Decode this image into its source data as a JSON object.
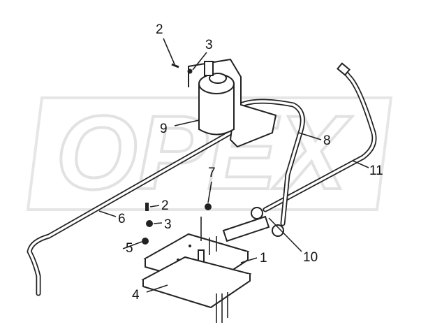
{
  "watermark": "OPEX",
  "callouts": [
    {
      "id": "callout-2-top",
      "text": "2"
    },
    {
      "id": "callout-3-top",
      "text": "3"
    },
    {
      "id": "callout-9",
      "text": "9"
    },
    {
      "id": "callout-8",
      "text": "8"
    },
    {
      "id": "callout-11",
      "text": "11"
    },
    {
      "id": "callout-7",
      "text": "7"
    },
    {
      "id": "callout-2-bottom",
      "text": "2"
    },
    {
      "id": "callout-6",
      "text": "6"
    },
    {
      "id": "callout-3-bottom",
      "text": "3"
    },
    {
      "id": "callout-5",
      "text": "5"
    },
    {
      "id": "callout-10",
      "text": "10"
    },
    {
      "id": "callout-1",
      "text": "1"
    },
    {
      "id": "callout-4",
      "text": "4"
    }
  ]
}
